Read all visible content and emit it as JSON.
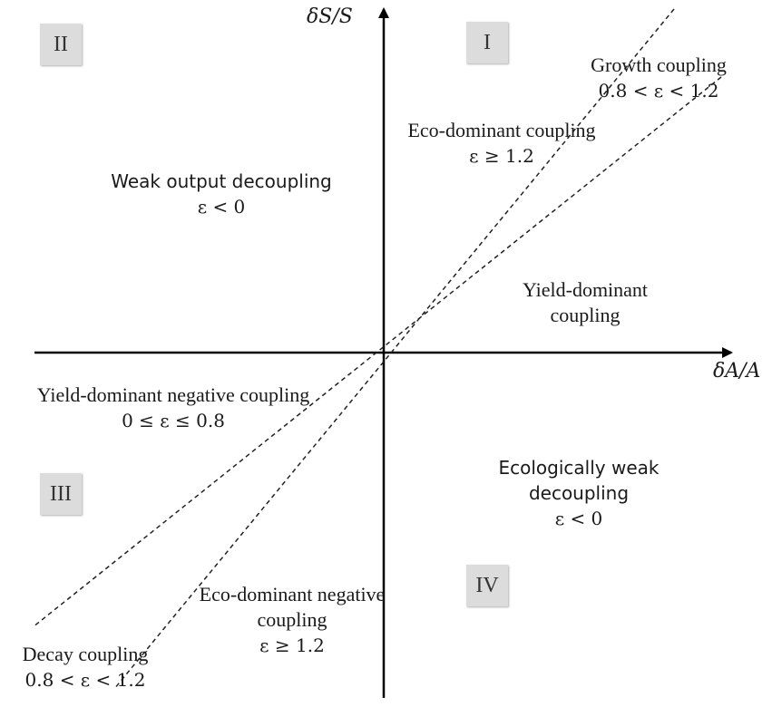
{
  "axes": {
    "y_label": "δS/S",
    "x_label": "δA/A"
  },
  "quadrants": {
    "q1": "I",
    "q2": "II",
    "q3": "III",
    "q4": "IV"
  },
  "regions": {
    "growth_coupling": {
      "name": "Growth coupling",
      "condition": "0.8 < ε < 1.2"
    },
    "eco_dominant_coupling": {
      "name": "Eco-dominant coupling",
      "condition": "ε ≥ 1.2"
    },
    "weak_output_decoupling": {
      "name": "Weak output decoupling",
      "condition": "ε < 0"
    },
    "yield_dominant_coupling": {
      "line1": "Yield-dominant",
      "line2": "coupling"
    },
    "yield_dominant_negative_coupling": {
      "name": "Yield-dominant negative coupling",
      "condition": "0 ≤ ε ≤ 0.8"
    },
    "ecologically_weak_decoupling": {
      "line1": "Ecologically weak",
      "line2": "decoupling",
      "condition": "ε < 0"
    },
    "eco_dominant_negative_coupling": {
      "line1": "Eco-dominant negative",
      "line2": "coupling",
      "condition": "ε ≥ 1.2"
    },
    "decay_coupling": {
      "name": "Decay coupling",
      "condition": "0.8 < ε < 1.2"
    }
  }
}
